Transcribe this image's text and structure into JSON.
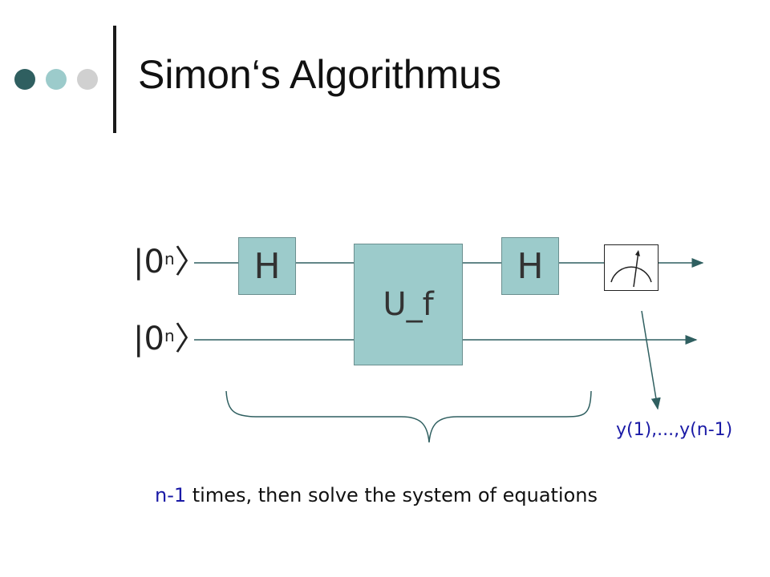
{
  "slide": {
    "title": "Simon‘s Algorithmus"
  },
  "circuit": {
    "input_top": {
      "ket_value": "0",
      "ket_sup": "n"
    },
    "input_bottom": {
      "ket_value": "0",
      "ket_sup": "n"
    },
    "gate_h1_label": "H",
    "gate_uf_label": "U_f",
    "gate_h2_label": "H",
    "measurement_result": "y(1),...,y(n-1)"
  },
  "footer": {
    "repeat_count": "n-1",
    "instruction": " times, then solve the system of equations"
  },
  "colors": {
    "gate_fill": "#9ccbcb",
    "accent_text": "#1a1aa6",
    "dot_dark": "#2f5f60",
    "dot_mid": "#9ccbcb",
    "dot_light": "#d0d0d0"
  }
}
